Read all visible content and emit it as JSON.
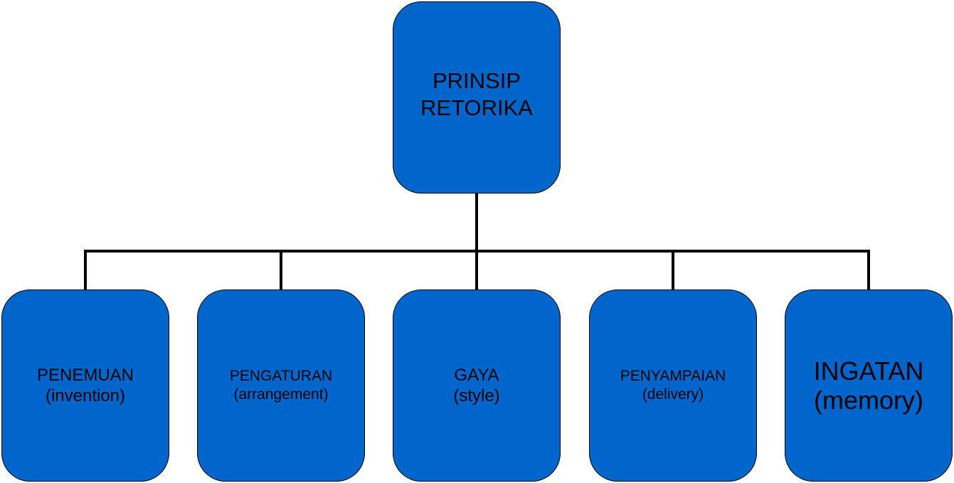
{
  "diagram": {
    "root": {
      "lines": [
        "PRINSIP",
        "RETORIKA"
      ]
    },
    "children": [
      {
        "lines": [
          "PENEMUAN",
          "(invention)"
        ]
      },
      {
        "lines": [
          "PENGATURAN",
          "(arrangement)"
        ]
      },
      {
        "lines": [
          "GAYA",
          "(style)"
        ]
      },
      {
        "lines": [
          "PENYAMPAIAN",
          "(delivery)"
        ]
      },
      {
        "lines": [
          "INGATAN",
          "(memory)"
        ]
      }
    ]
  },
  "colors": {
    "node_fill": "#0066cc",
    "node_border": "#000000",
    "connector": "#000000",
    "text": "#000000",
    "background": "#ffffff"
  }
}
